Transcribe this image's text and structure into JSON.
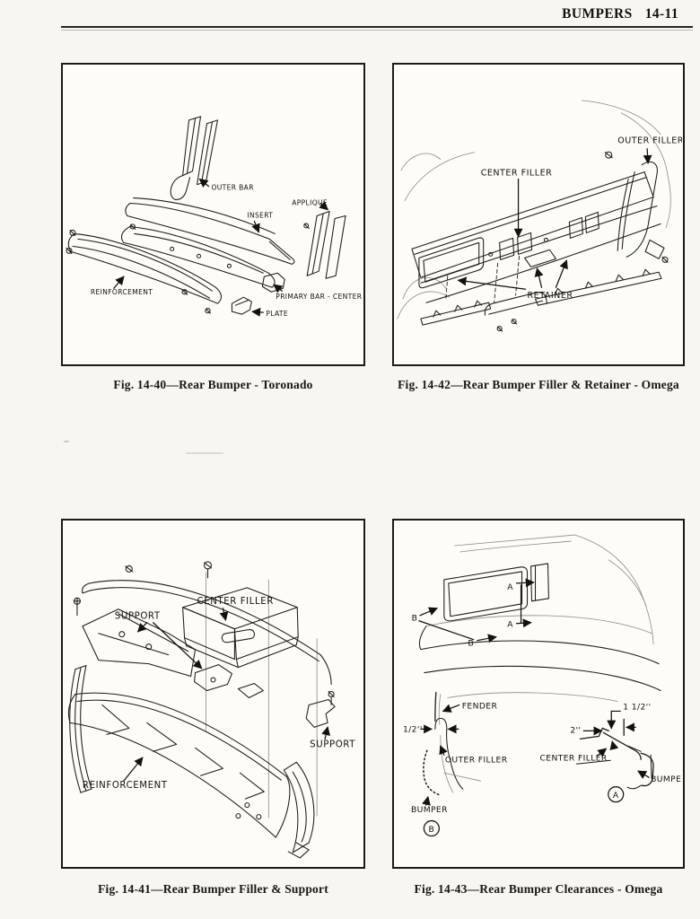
{
  "page": {
    "header_title": "BUMPERS",
    "page_number": "14-11"
  },
  "figures": {
    "fig40": {
      "caption": "Fig. 14-40—Rear Bumper - Toronado",
      "labels": {
        "outer_bar": "OUTER BAR",
        "insert": "INSERT",
        "applique": "APPLIQUE",
        "reinforcement": "REINFORCEMENT",
        "primary_bar_center": "PRIMARY BAR - CENTER",
        "plate": "PLATE"
      }
    },
    "fig42": {
      "caption": "Fig. 14-42—Rear Bumper Filler & Retainer - Omega",
      "labels": {
        "center_filler": "CENTER FILLER",
        "outer_filler": "OUTER FILLER",
        "retainer": "RETAINER"
      }
    },
    "fig41": {
      "caption": "Fig. 14-41—Rear Bumper Filler & Support",
      "labels": {
        "support": "SUPPORT",
        "center_filler": "CENTER FILLER",
        "reinforcement": "REINFORCEMENT"
      }
    },
    "fig43": {
      "caption": "Fig. 14-43—Rear Bumper Clearances - Omega",
      "labels": {
        "a": "A",
        "b": "B",
        "fender": "FENDER",
        "half_inch": "1/2''",
        "outer_filler": "OUTER FILLER",
        "bumper": "BUMPER",
        "one_one_half_inch": "1 1/2''",
        "two_inch": "2''",
        "center_filler": "CENTER FILLER"
      }
    }
  }
}
